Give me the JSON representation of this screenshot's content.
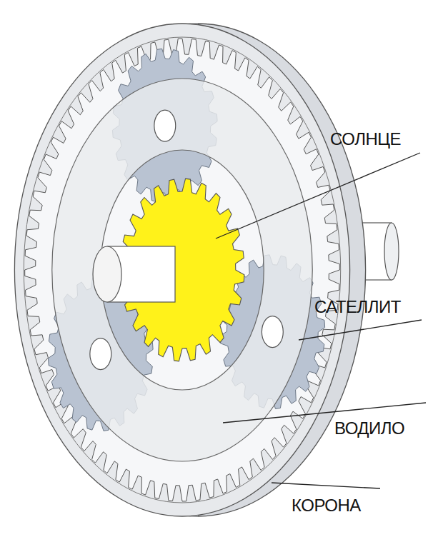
{
  "diagram": {
    "labels": [
      "СОЛНЦЕ",
      "САТЕЛЛИТ",
      "ВОДИЛО",
      "КОРОНА"
    ]
  }
}
